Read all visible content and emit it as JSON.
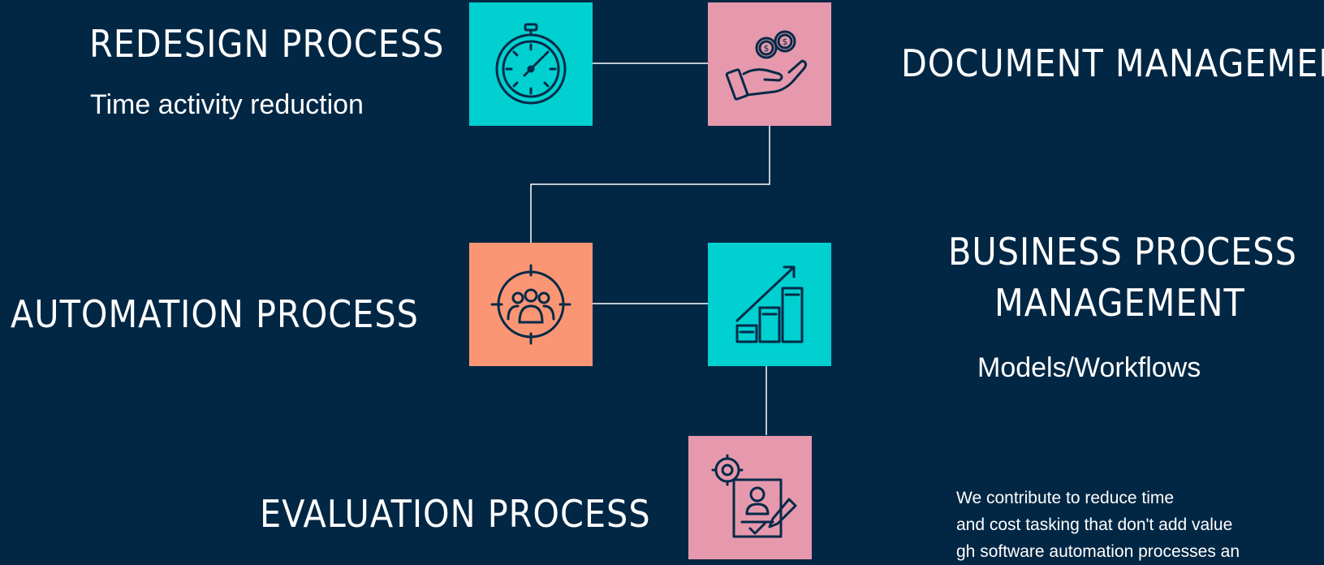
{
  "steps": {
    "redesign": {
      "title": "REDESIGN PROCESS",
      "subtitle": "Time activity reduction"
    },
    "document": {
      "title": "DOCUMENT MANAGEMENT"
    },
    "automation": {
      "title": "AUTOMATION PROCESS"
    },
    "bpm": {
      "title_line1": "BUSINESS PROCESS",
      "title_line2": "MANAGEMENT",
      "subtitle": "Models/Workflows"
    },
    "evaluation": {
      "title": "EVALUATION PROCESS"
    }
  },
  "description": {
    "line1": "We contribute to reduce time",
    "line2": "and cost tasking that don't add value",
    "line3": "gh software automation processes an"
  },
  "icons": [
    "stopwatch-icon",
    "money-hand-icon",
    "team-target-icon",
    "growth-chart-icon",
    "profile-document-icon"
  ],
  "colors": {
    "background": "#022744",
    "teal": "#00D0CF",
    "pink": "#E699AD",
    "orange": "#FB9674",
    "icon_stroke": "#052A48",
    "line": "#FFFFFF"
  }
}
